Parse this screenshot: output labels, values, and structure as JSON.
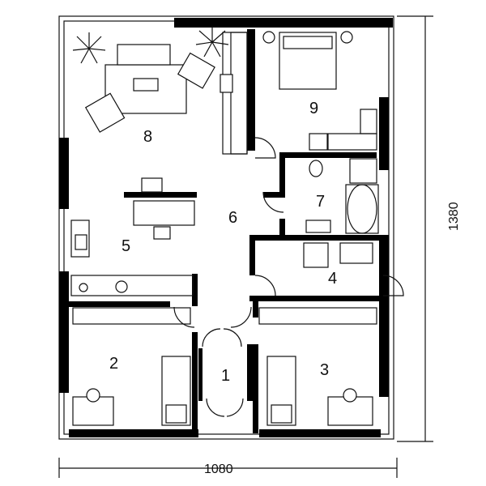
{
  "plan": {
    "rooms": [
      {
        "id": "r1",
        "label": "1"
      },
      {
        "id": "r2",
        "label": "2"
      },
      {
        "id": "r3",
        "label": "3"
      },
      {
        "id": "r4",
        "label": "4"
      },
      {
        "id": "r5",
        "label": "5"
      },
      {
        "id": "r6",
        "label": "6"
      },
      {
        "id": "r7",
        "label": "7"
      },
      {
        "id": "r8",
        "label": "8"
      },
      {
        "id": "r9",
        "label": "9"
      }
    ],
    "dimensions": {
      "width": "1080",
      "height": "1380"
    }
  }
}
